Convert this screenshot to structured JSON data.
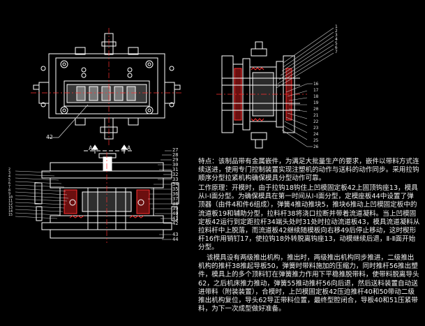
{
  "drawing": {
    "section_label_left": "A",
    "section_label_right": "A",
    "callout_top_view": "42",
    "callouts_front": [
      "27",
      "28",
      "29",
      "30",
      "31",
      "32",
      "33",
      "34",
      "35",
      "36",
      "37",
      "38",
      "39",
      "40",
      "41",
      "42",
      "43",
      "44"
    ],
    "callouts_front_left": [
      "2",
      "3",
      "4",
      "5",
      "6",
      "7",
      "8",
      "9",
      "10",
      "11",
      "12",
      "13",
      "14",
      "15"
    ],
    "callouts_side": [
      "16",
      "17",
      "18",
      "19",
      "20",
      "21",
      "22",
      "23",
      "24",
      "25",
      "26"
    ],
    "callouts_side_upper": [
      "1",
      "2",
      "3",
      "4",
      "5",
      "6",
      "7"
    ]
  },
  "text": {
    "para1": "特点：该制品带有金属嵌件，为满足大批量生产的要求，嵌件以带料方式连续送进，使用专门控制装置实现注塑机的动作与送料的动作同步。采用拉钩顺序分型拉紧机构确保模具分型动作可靠。",
    "para2": "工作原理：开模时，由于拉钩18钩住上凹模固定板42上固顶钩座13，模具从Ⅰ-Ⅰ面分型。为确保模具在第一时间从Ⅰ-Ⅰ面分型，定模座板44中设置了弹顶器（由件4和件6组成），弹簧4推动推块5，推块6推动上凹模固定板中的流道板19和辅助分型，拉料杆38将浇口拉断并带着流道凝料。当上凹模固定板42运行到定距拉杆34端头处时31处时拉动流道板43，模具流道凝料从拉料杆中上脱落，而流道板42继续随模板向右移49后停止移动，这时楔形杆16作用销钉17，使拉钩18外转脱离钩座13，动模继续后退，Ⅱ-Ⅱ面开始分型。",
    "para3": "该模具设有两级推出机构，推出时，两级推出机构同步推进，二级推出机构的推杆38推起导板50，弹簧时带料施加的压缩力，同时推杆56推出塑件，模具上的多个顶料钉在弹簧推力作用下平稳推脱带料，使带料脱离导头62，之后机床推力推动，弹簧55推动推杆56向后退，然后送料装置自动送进带料（附装装置），合模时，上凹模固定板42压迫推杆40和50带动二级推出机构复位，导头62导正带料位置，最终型腔闭合，导板40和51压紧带料，为下一次成型做好准备。"
  },
  "colors": {
    "background": "#000000",
    "outline": "#ffffff",
    "centerline": "#ff3030",
    "hatch": "#ff3030",
    "leader": "#d0d0d0",
    "text": "#f2f2f2"
  }
}
